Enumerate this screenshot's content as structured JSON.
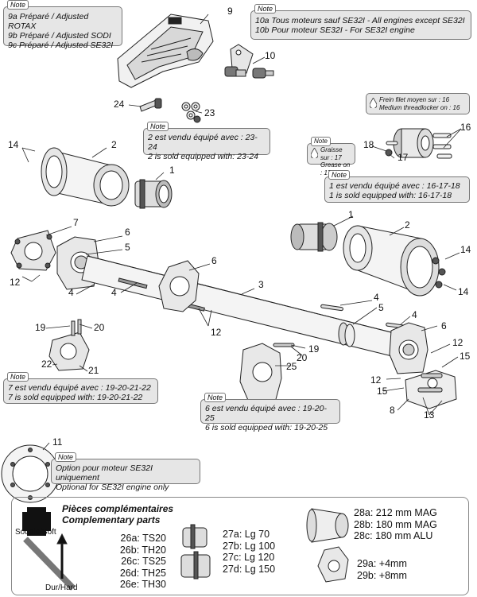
{
  "notes": {
    "adjusted": {
      "title": "Note",
      "lines": [
        "9a Préparé / Adjusted ROTAX",
        "9b Préparé / Adjusted SODI",
        "9c Préparé / Adjusted SE32I"
      ]
    },
    "engines": {
      "title": "Note",
      "lines": [
        "10a Tous moteurs sauf SE32I - All engines except SE32I",
        "10b Pour moteur SE32I - For SE32I engine"
      ]
    },
    "threadlocker": {
      "title": "",
      "lines": [
        "Frein filet moyen sur : 16",
        "Medium threadlocker on : 16"
      ]
    },
    "grease": {
      "title": "Note",
      "lines": [
        "Graisse sur : 17",
        "Grease on : 17"
      ]
    },
    "n23_24": {
      "title": "Note",
      "lines": [
        "2 est vendu équipé avec : 23-24",
        "2 is sold equipped with: 23-24"
      ]
    },
    "n16_18": {
      "title": "Note",
      "lines": [
        "1 est vendu équipé avec : 16-17-18",
        "1 is sold equipped with: 16-17-18"
      ]
    },
    "n19_22": {
      "title": "Note",
      "lines": [
        "7 est vendu équipé avec : 19-20-21-22",
        "7 is sold equipped with: 19-20-21-22"
      ]
    },
    "n19_25": {
      "title": "Note",
      "lines": [
        "6 est vendu équipé avec : 19-20-25",
        "6 is sold equipped with: 19-20-25"
      ]
    },
    "se32i": {
      "title": "Note",
      "lines": [
        "Option pour moteur SE32I uniquement",
        "Optional for SE32I engine only"
      ]
    }
  },
  "callouts": {
    "c9": "9",
    "c10": "10",
    "c24": "24",
    "c23": "23",
    "c14a": "14",
    "c2a": "2",
    "c1a": "1",
    "c16": "16",
    "c18": "18",
    "c17": "17",
    "c7": "7",
    "c6a": "6",
    "c5a": "5",
    "c12a": "12",
    "c4a": "4",
    "c4b": "4",
    "c6b": "6",
    "c3": "3",
    "c12b": "12",
    "c1b": "1",
    "c2b": "2",
    "c14b": "14",
    "c14c": "14",
    "c4c": "4",
    "c5b": "5",
    "c4d": "4",
    "c6c": "6",
    "c12c": "12",
    "c15a": "15",
    "c12d": "12",
    "c15b": "15",
    "c8": "8",
    "c13": "13",
    "c19a": "19",
    "c20a": "20",
    "c22": "22",
    "c21": "21",
    "c20b": "20",
    "c19b": "19",
    "c25": "25",
    "c11": "11"
  },
  "complementary": {
    "title_fr": "Pièces complémentaires",
    "title_en": "Complementary parts",
    "soft": "Souple/Soft",
    "hard": "Dur/Hard",
    "axle_variants": [
      "26a: TS20",
      "26b: TH20",
      "26c: TS25",
      "26d: TH25",
      "26e: TH30"
    ],
    "hub_lengths": [
      "27a: Lg 70",
      "27b: Lg 100",
      "27c: Lg 120",
      "27d: Lg 150"
    ],
    "wheel_hubs": [
      "28a: 212 mm MAG",
      "28b: 180 mm MAG",
      "28c: 180 mm ALU"
    ],
    "bearing_offsets": [
      "29a: +4mm",
      "29b: +8mm"
    ]
  },
  "colors": {
    "note_bg": "#e6e6e6",
    "line": "#222222",
    "part_fill": "#f2f2f2",
    "part_shade": "#c9c9c9"
  }
}
